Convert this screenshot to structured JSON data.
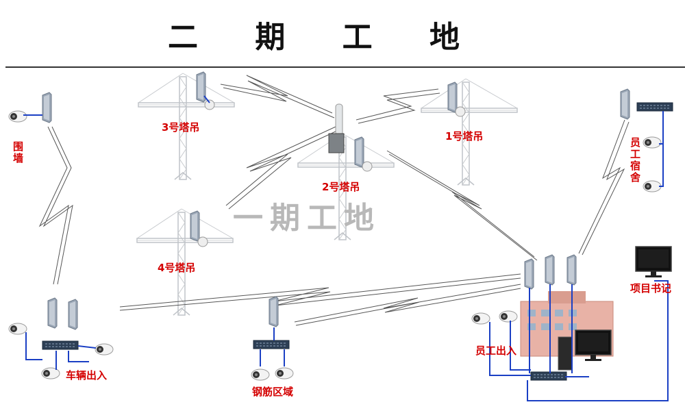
{
  "title": "二 期 工 地",
  "watermark": "一期工地",
  "labels": {
    "wall": "围墙",
    "crane3": "3号塔吊",
    "crane2": "2号塔吊",
    "crane1": "1号塔吊",
    "crane4": "4号塔吊",
    "dormitory": "员工宿舍",
    "project_office": "项目书记",
    "staff_gate": "员工出入",
    "vehicle_gate": "车辆出入",
    "rebar_area": "钢筋区域"
  },
  "colors": {
    "label": "#d40000",
    "cable": "#1a3fc4",
    "link": "#555555",
    "crane": "#bfc3c8",
    "building": "#e8b2a6"
  }
}
